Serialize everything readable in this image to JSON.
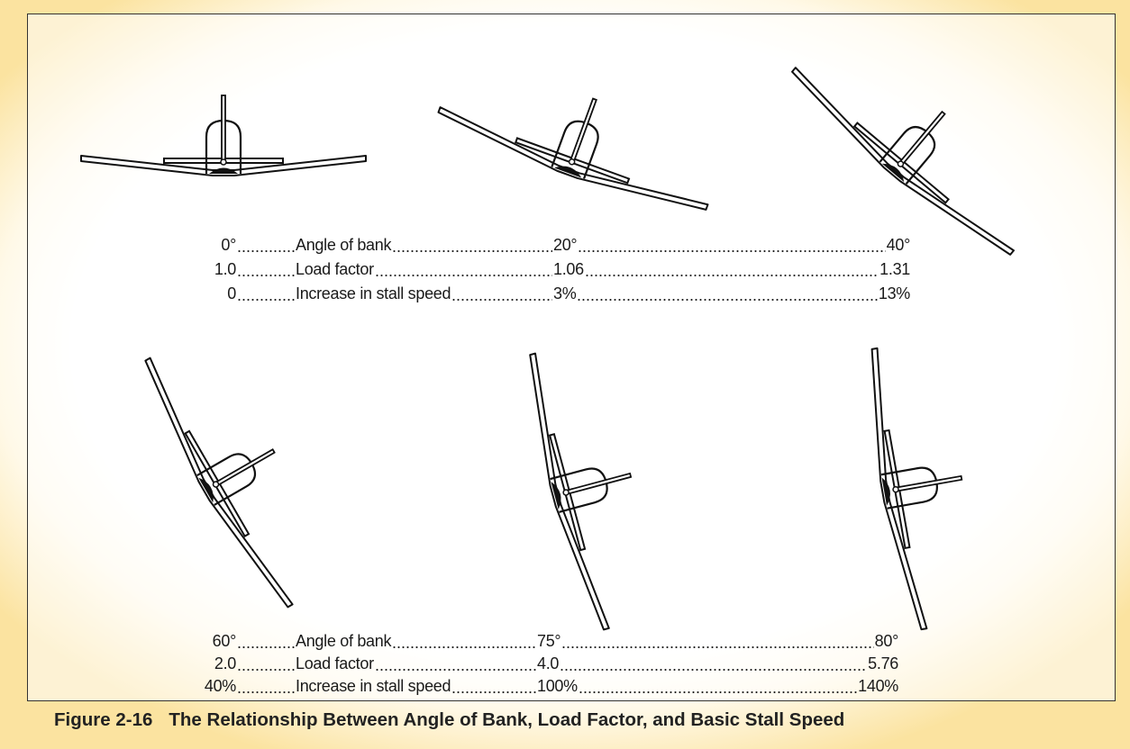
{
  "figure": {
    "number": "Figure 2-16",
    "title": "The Relationship Between Angle of Bank, Load Factor, and Basic Stall Speed"
  },
  "airplanes": [
    {
      "bank_angle_deg": 0
    },
    {
      "bank_angle_deg": 20
    },
    {
      "bank_angle_deg": 40
    },
    {
      "bank_angle_deg": 60
    },
    {
      "bank_angle_deg": 75
    },
    {
      "bank_angle_deg": 80
    }
  ],
  "tables": {
    "top": {
      "rows": [
        {
          "label": "Angle of bank",
          "values": [
            "0°",
            "20°",
            "40°"
          ]
        },
        {
          "label": "Load factor",
          "values": [
            "1.0",
            "1.06",
            "1.31"
          ]
        },
        {
          "label": "Increase in stall speed",
          "values": [
            "0",
            "3%",
            "13%"
          ]
        }
      ]
    },
    "bottom": {
      "rows": [
        {
          "label": "Angle of bank",
          "values": [
            "60°",
            "75°",
            "80°"
          ]
        },
        {
          "label": "Load factor",
          "values": [
            "2.0",
            "4.0",
            "5.76"
          ]
        },
        {
          "label": "Increase in stall speed",
          "values": [
            "40%",
            "100%",
            "140%"
          ]
        }
      ]
    }
  },
  "colors": {
    "ink": "#1a1a1a",
    "glow": "#fbe3a0"
  }
}
